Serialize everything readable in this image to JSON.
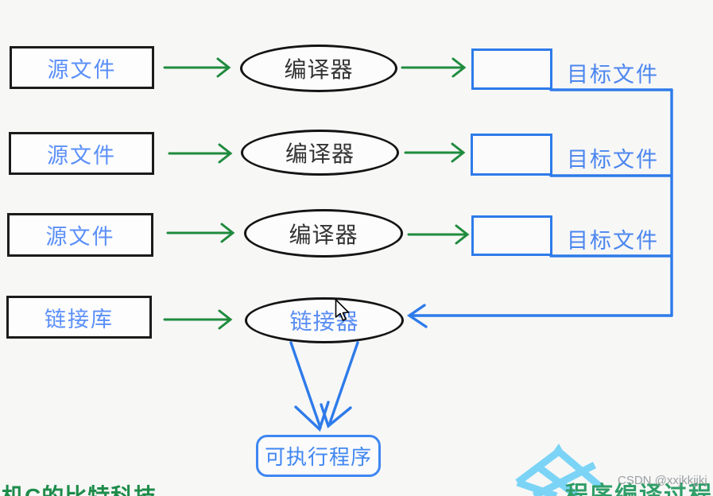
{
  "diagram": {
    "rows": [
      {
        "source_label": "源文件",
        "process_label": "编译器",
        "output_label": "目标文件"
      },
      {
        "source_label": "源文件",
        "process_label": "编译器",
        "output_label": "目标文件"
      },
      {
        "source_label": "源文件",
        "process_label": "编译器",
        "output_label": "目标文件"
      }
    ],
    "linker": {
      "source_label": "链接库",
      "process_label": "链接器"
    },
    "executable_label": "可执行程序"
  },
  "footer": {
    "left_partial_text": "机C的比特科技",
    "right_title": "程序编译过程",
    "watermark": "CSDN @xxjkkjjkj"
  },
  "icons": {
    "cursor": "mouse-cursor-icon",
    "logo": "diamond-lattice-logo"
  },
  "colors": {
    "background": "#f7f7f6",
    "arrow_green": "#1f8b3d",
    "line_blue": "#2e7bea",
    "source_text_blue": "#5b8ff9",
    "output_text_blue": "#4b86f0",
    "compiler_text": "#333333",
    "linker_text_blue": "#5a8df2",
    "executable_blue": "#4187f2",
    "box_border_black": "#1b1b1b",
    "title_teal_green": "#2f9e68",
    "footer_green": "#1e8c4a",
    "watermark_gray": "#9a9fa3",
    "logo_light_blue": "#7bd4f6"
  }
}
